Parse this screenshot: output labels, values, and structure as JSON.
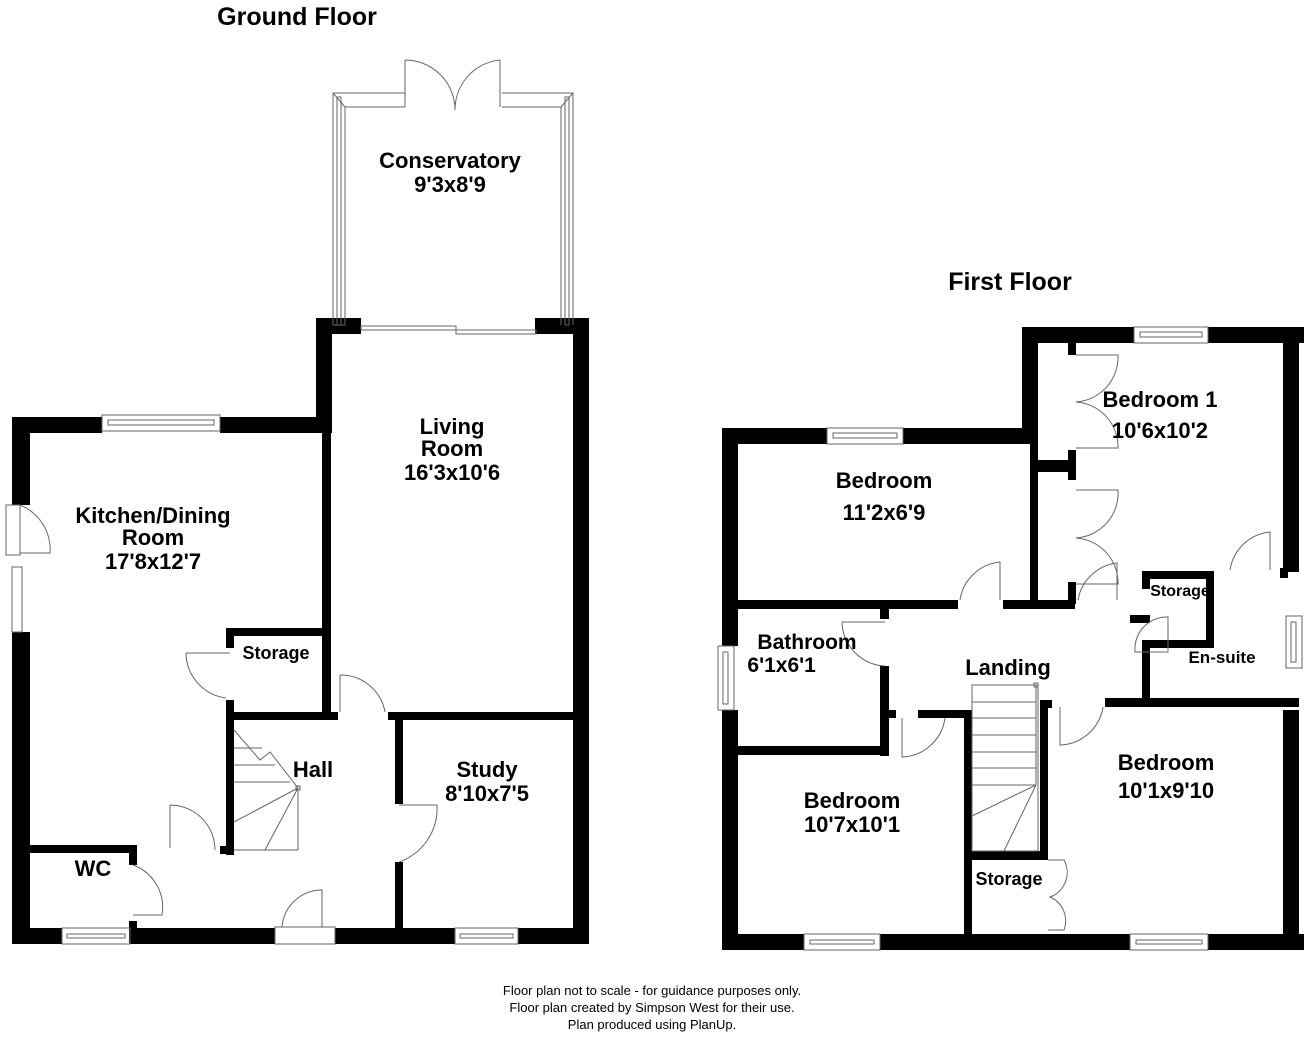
{
  "ground_floor": {
    "title": "Ground Floor",
    "rooms": [
      {
        "name": "Conservatory",
        "dimensions": "9'3x8'9"
      },
      {
        "name": "Living Room",
        "name_line1": "Living",
        "name_line2": "Room",
        "dimensions": "16'3x10'6"
      },
      {
        "name": "Kitchen/Dining Room",
        "name_line1": "Kitchen/Dining",
        "name_line2": "Room",
        "dimensions": "17'8x12'7"
      },
      {
        "name": "Storage",
        "dimensions": ""
      },
      {
        "name": "Hall",
        "dimensions": ""
      },
      {
        "name": "Study",
        "dimensions": "8'10x7'5"
      },
      {
        "name": "WC",
        "dimensions": ""
      }
    ]
  },
  "first_floor": {
    "title": "First Floor",
    "rooms": [
      {
        "name": "Bedroom 1",
        "dimensions": "10'6x10'2"
      },
      {
        "name": "Bedroom",
        "dimensions": "11'2x6'9"
      },
      {
        "name": "Storage",
        "dimensions": ""
      },
      {
        "name": "En-suite",
        "dimensions": ""
      },
      {
        "name": "Bathroom",
        "dimensions": "6'1x6'1"
      },
      {
        "name": "Landing",
        "dimensions": ""
      },
      {
        "name": "Bedroom",
        "dimensions": "10'7x10'1"
      },
      {
        "name": "Bedroom",
        "dimensions": "10'1x9'10"
      },
      {
        "name": "Storage",
        "dimensions": ""
      }
    ]
  },
  "footer": {
    "line1": "Floor plan not to scale - for guidance purposes only.",
    "line2": "Floor plan created by Simpson West for their use.",
    "line3": "Plan produced using PlanUp."
  },
  "colors": {
    "wall": "#000000",
    "background": "#ffffff",
    "fixture": "#666666"
  }
}
